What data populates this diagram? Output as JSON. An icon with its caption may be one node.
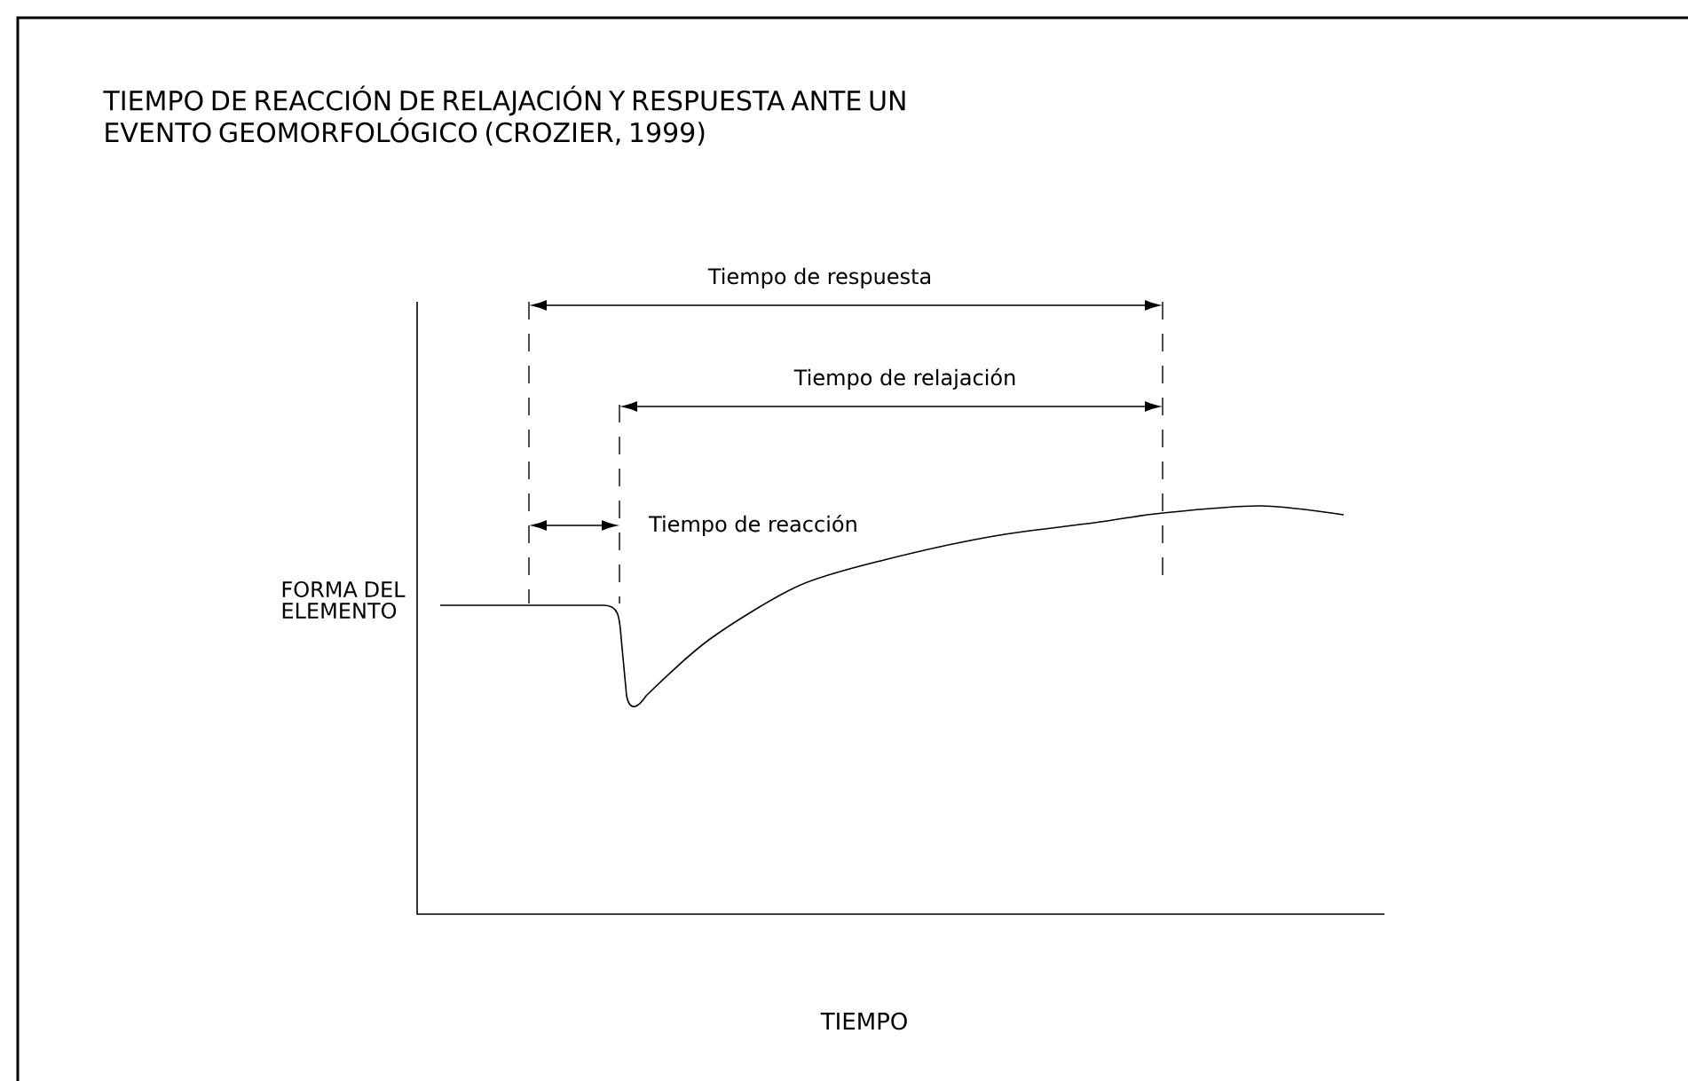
{
  "diagram": {
    "title": "TIEMPO DE REACCIÓN DE RELAJACIÓN Y RESPUESTA ANTE UN EVENTO GEOMORFOLÓGICO (CROZIER, 1999)",
    "labels": [
      "Tiempo de respuesta",
      "Tiempo de relajación",
      "Tiempo de reacción",
      "FORMA DEL ELEMENTO",
      "TIEMPO"
    ]
  }
}
